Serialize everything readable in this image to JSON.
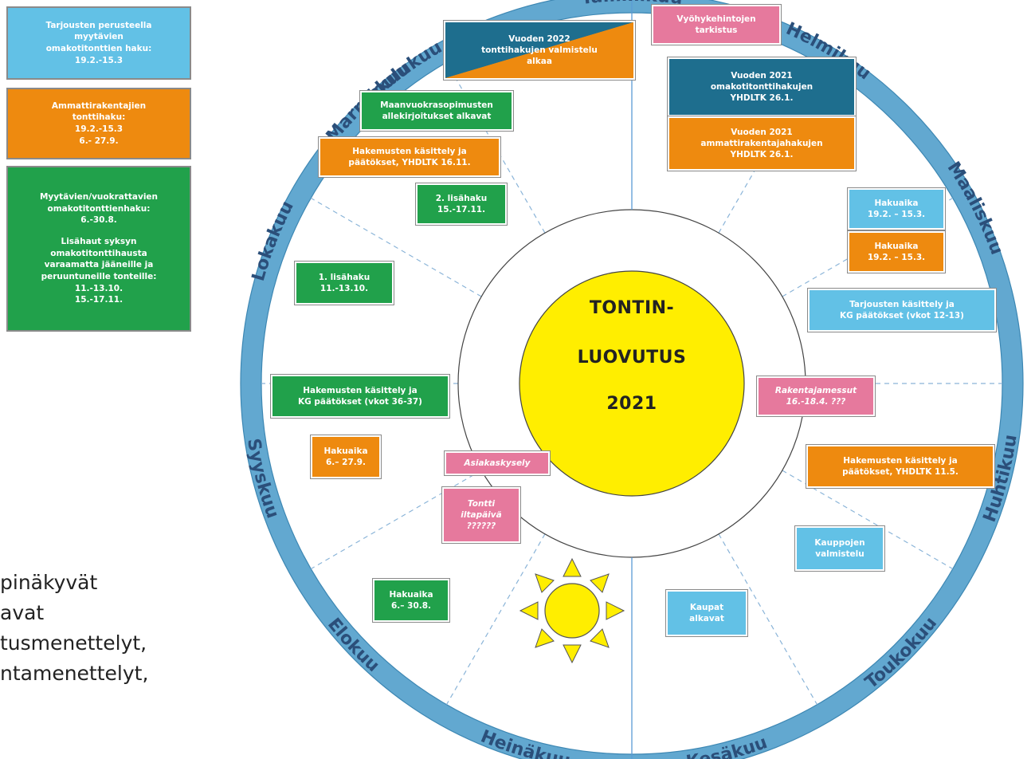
{
  "colors": {
    "ring": "#62a8d0",
    "light_blue": "#62c1e6",
    "orange": "#ee8a0f",
    "green": "#21a14b",
    "pink": "#e6799d",
    "dark_blue": "#1e6e8e",
    "sun": "#ffee00"
  },
  "center": {
    "line1": "TONTIN-",
    "line2": "LUOVUTUS",
    "line3": "2021"
  },
  "months": {
    "tammikuu": "Tammikuu",
    "helmikuu": "Helmikuu",
    "maaliskuu": "Maaliskuu",
    "huhtikuu": "Huhtikuu",
    "toukokuu": "Toukokuu",
    "kesakuu": "Kesäkuu",
    "heinakuu": "Heinäkuu",
    "elokuu": "Elokuu",
    "syyskuu": "Syyskuu",
    "lokakuu": "Lokakuu",
    "marraskuu": "Marraskuu",
    "joulukuu": "Joulukuu"
  },
  "legend": {
    "blue": "Tarjousten perusteella\nmyytävien\nomakotitonttien haku:\n19.2.-15.3",
    "orange": "Ammattirakentajien\ntonttihaku:\n19.2.-15.3\n6.- 27.9.",
    "green_1": "Myytävien/vuokrattavien\nomakotitonttienhaku:\n6.-30.8.",
    "green_2": "Lisähaut syksyn\nomakotitonttihausta\nvaraamatta jääneille ja\nperuuntuneille tonteille:\n11.-13.10.\n15.-17.11."
  },
  "events": {
    "vyohyke": "Vyöhykehintojen\ntarkistus",
    "v2021_omakoti": "Vuoden 2021\nomakotitonttihakujen\nYHDLTK 26.1.",
    "v2021_ammatti": "Vuoden 2021\nammattirakentajahakujen\nYHDLTK 26.1.",
    "v2022": "Vuoden 2022\ntonttihakujen valmistelu\nalkaa",
    "maanvuokra": "Maanvuokrasopimusten\nallekirjoitukset alkavat",
    "hakemukset_nov": "Hakemusten käsittely ja\npäätökset, YHDLTK 16.11.",
    "lisahaku2": "2. lisähaku\n15.-17.11.",
    "lisahaku1": "1. lisähaku\n11.-13.10.",
    "hakuaika_mar_blue": "Hakuaika\n19.2. – 15.3.",
    "hakuaika_mar_orange": "Hakuaika\n19.2. – 15.3.",
    "tarjoukset": "Tarjousten käsittely ja\nKG päätökset (vkot 12-13)",
    "rakentajamessut": "Rakentajamessut\n16.-18.4. ???",
    "hakemukset_may": "Hakemusten käsittely ja\npäätökset, YHDLTK 11.5.",
    "kauppojen": "Kauppojen\nvalmistelu",
    "kaupat": "Kaupat\nalkavat",
    "hakemukset_sep": "Hakemusten käsittely ja\nKG päätökset (vkot 36-37)",
    "hakuaika_sep": "Hakuaika\n6.– 27.9.",
    "asiakaskysely": "Asiakaskysely",
    "tonttiiltapaiva": "Tontti\niltapäivä\n??????",
    "hakuaika_aug": "Hakuaika\n6.– 30.8."
  },
  "side_text": {
    "line1": "pinäkyvät",
    "line2": "avat",
    "line3": "tusmenettelyt,",
    "line4": "ntamenettelyt,"
  }
}
